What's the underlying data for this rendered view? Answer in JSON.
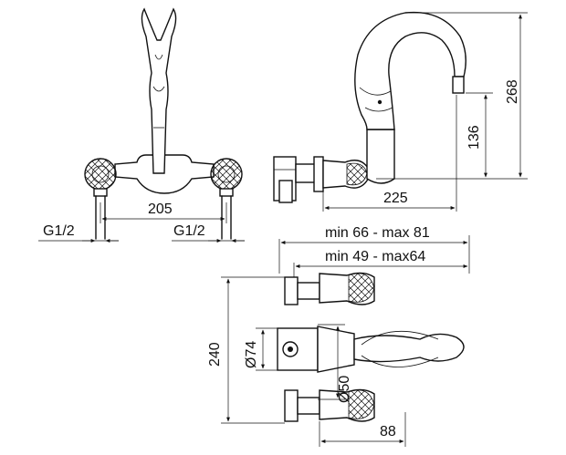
{
  "dimensions": {
    "front_width": "205",
    "front_inlet_left": "G1/2",
    "front_inlet_right": "G1/2",
    "side_depth": "225",
    "side_height_total": "268",
    "side_height_outlet": "136",
    "top_range_outer": "min 66 - max 81",
    "top_range_inner": "min 49 - max64",
    "top_height": "240",
    "top_diameter_74": "Ø74",
    "top_diameter_50": "Ø50",
    "top_handle_depth": "88"
  }
}
